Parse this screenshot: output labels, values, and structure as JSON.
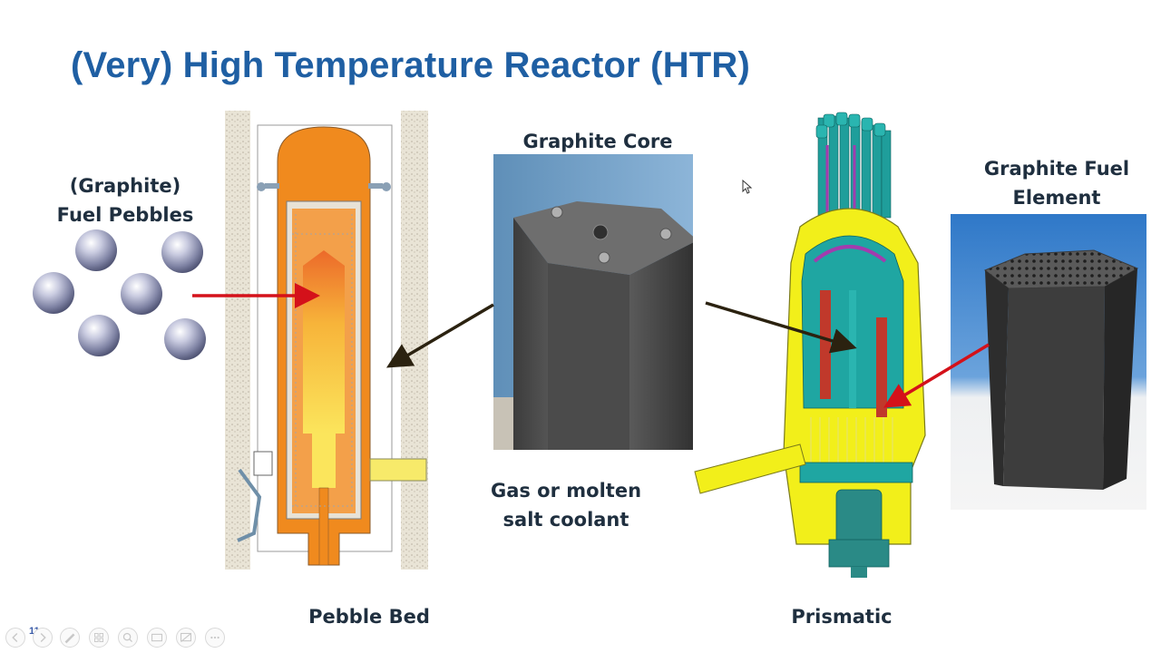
{
  "slide": {
    "title": "(Very) High Temperature Reactor (HTR)",
    "slide_number": "11"
  },
  "labels": {
    "fuel_pebbles_line1": "(Graphite)",
    "fuel_pebbles_line2": "Fuel Pebbles",
    "graphite_core": "Graphite Core",
    "fuel_element_line1": "Graphite Fuel",
    "fuel_element_line2": "Element",
    "coolant_line1": "Gas or molten",
    "coolant_line2": "salt coolant",
    "pebble_bed": "Pebble Bed",
    "prismatic": "Prismatic"
  },
  "colors": {
    "title": "#1f5fa3",
    "label": "#1f2f3f",
    "red_arrow": "#d4111a",
    "dark_arrow": "#2b2210",
    "orange": "#f08a1e",
    "teal": "#1faaa6",
    "yellow": "#f2ef1a"
  },
  "toolbar": {
    "icons": [
      "previous-icon",
      "next-icon",
      "pen-icon",
      "slides-grid-icon",
      "zoom-icon",
      "subtitles-icon",
      "hide-screen-icon",
      "more-options-icon"
    ]
  }
}
